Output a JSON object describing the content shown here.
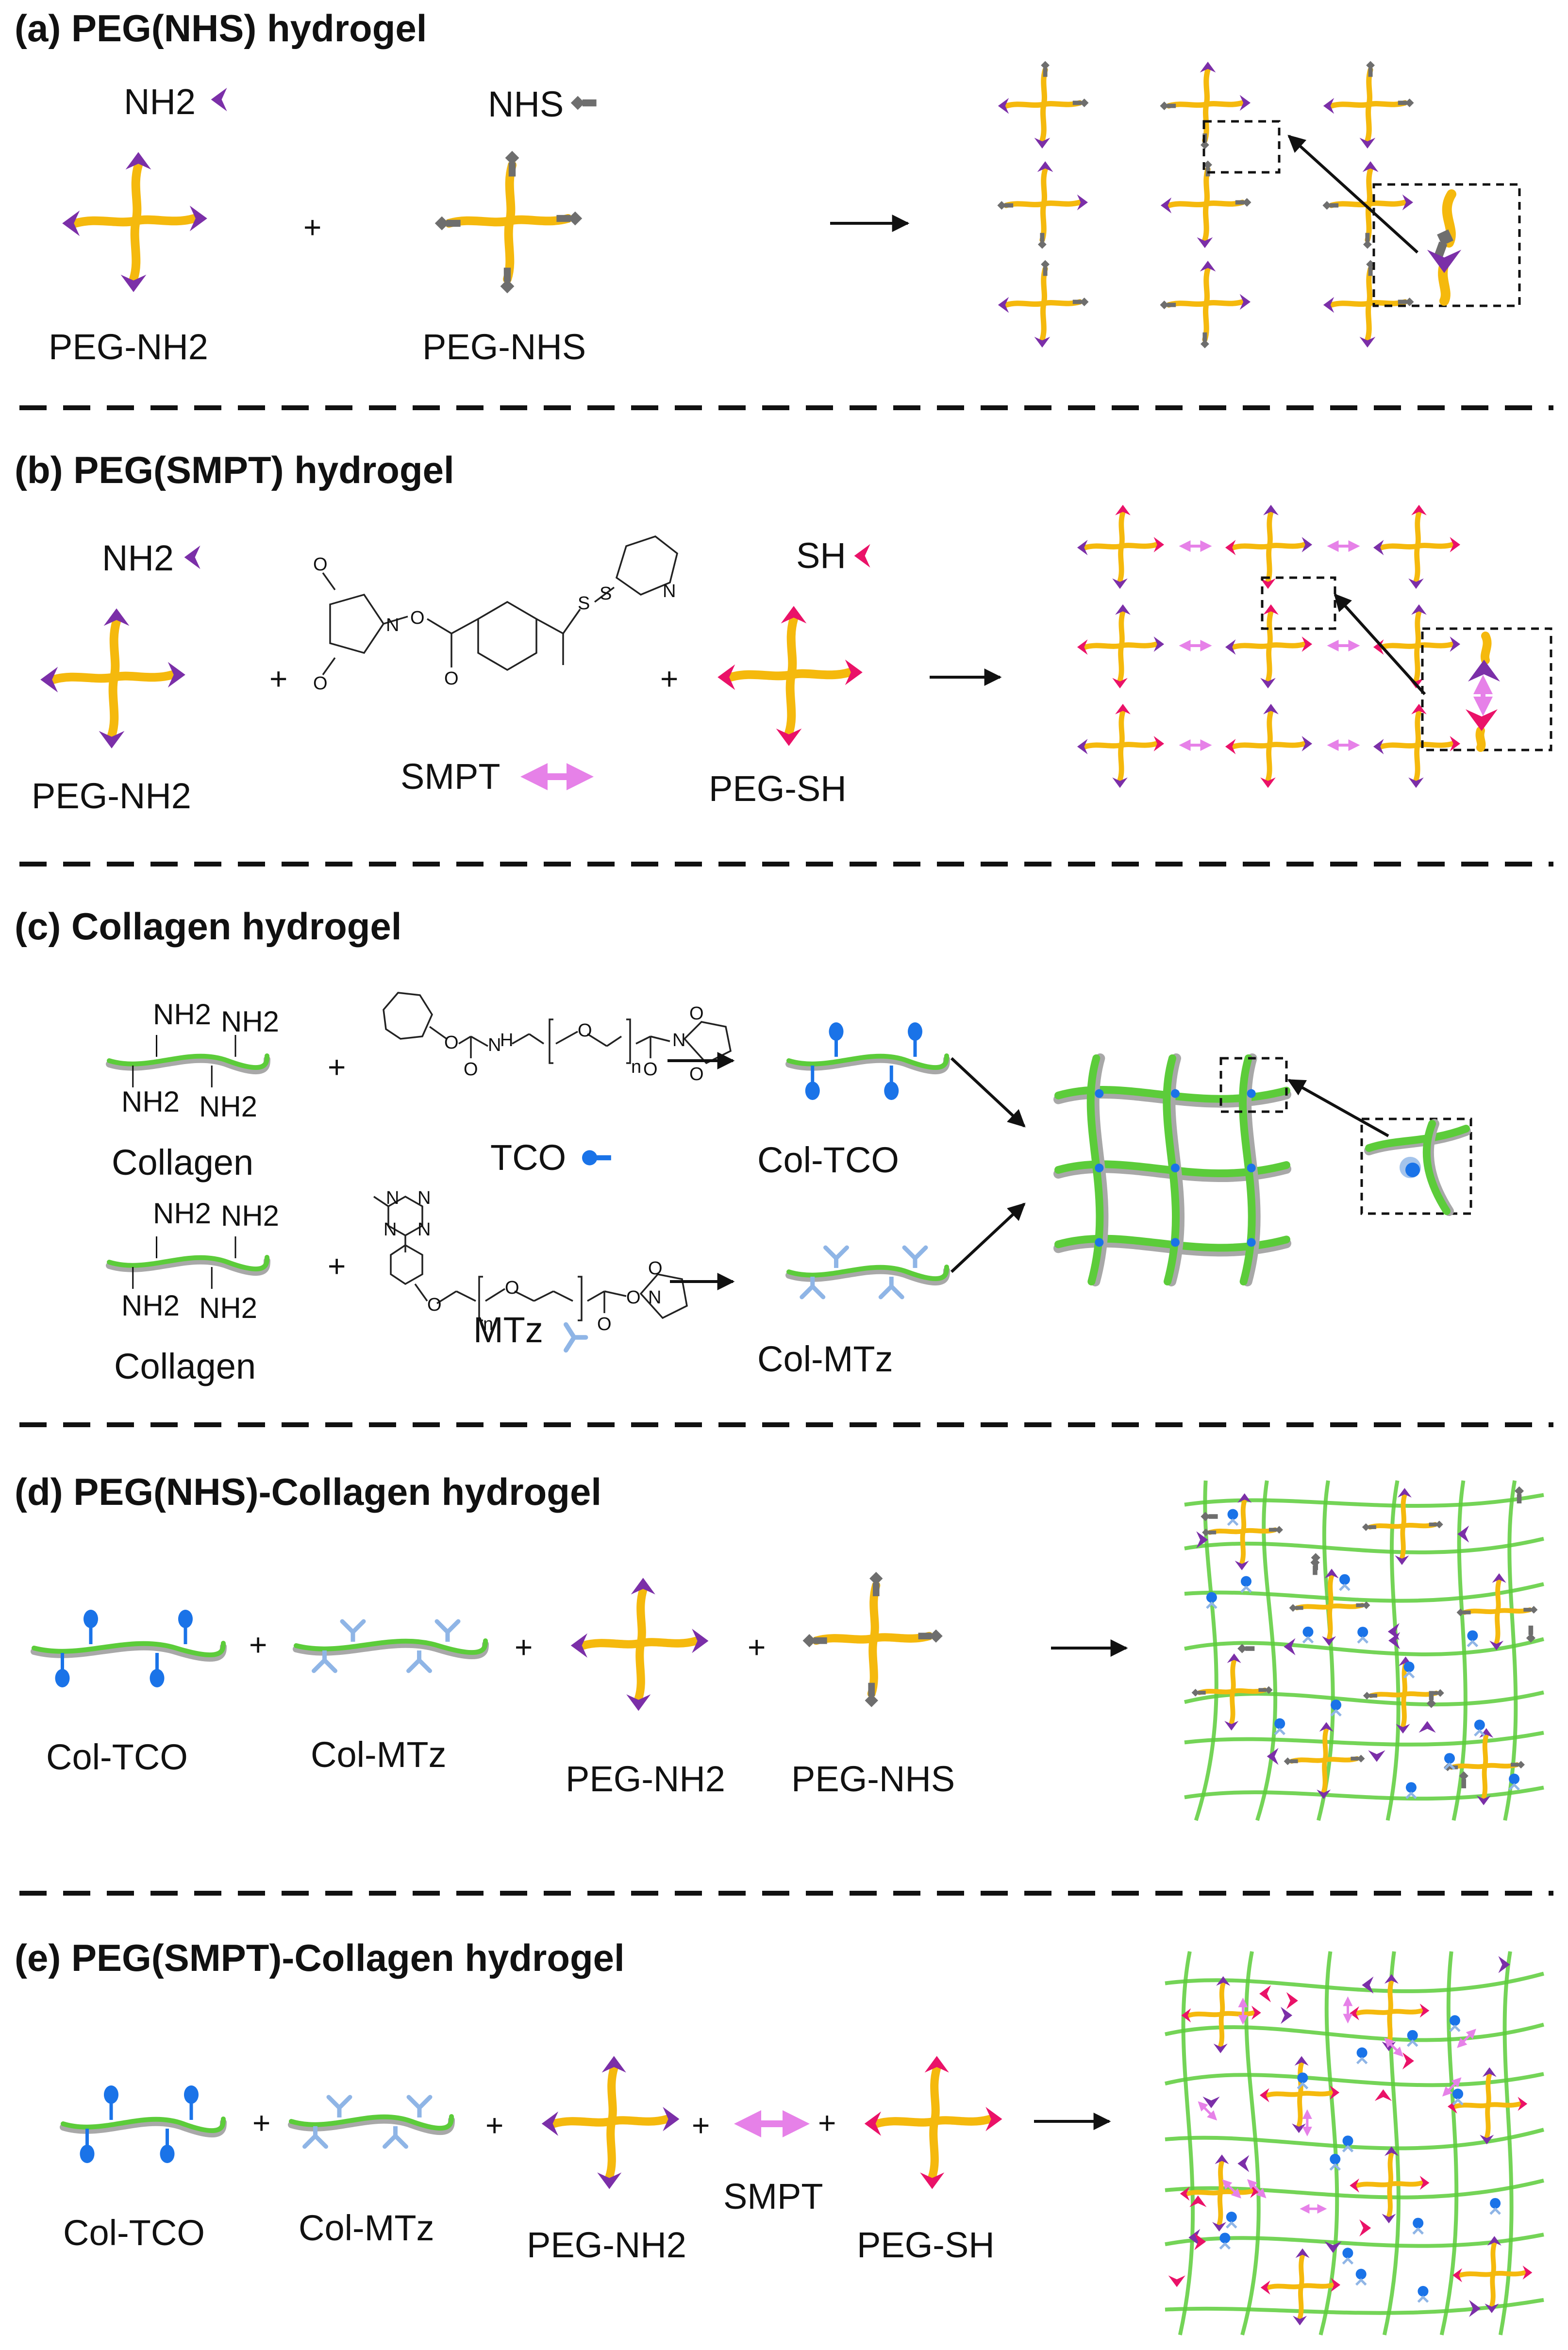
{
  "colors": {
    "peg": "#f5b90d",
    "nh2": "#7b2fa8",
    "nhs": "#6e6e6e",
    "sh": "#ea1268",
    "smpt": "#e681e8",
    "collagen": "#5ccc3a",
    "collagen_shadow": "#a8a8a8",
    "tco": "#1a73e8",
    "mtz": "#8fb5e6"
  },
  "icons": [
    "peg-4arm-icon",
    "nh2-end-icon",
    "nhs-end-icon",
    "sh-end-icon",
    "smpt-linker-icon",
    "collagen-strand-icon",
    "tco-group-icon",
    "mtz-group-icon",
    "hydrogel-network-icon"
  ],
  "panel_a": {
    "title": "(a) PEG(NHS) hydrogel",
    "nh2_legend": "NH2",
    "nhs_legend": "NHS",
    "peg_nh2_label": "PEG-NH2",
    "peg_nhs_label": "PEG-NHS",
    "plus": "+"
  },
  "panel_b": {
    "title": "(b) PEG(SMPT) hydrogel",
    "nh2_legend": "NH2",
    "sh_legend": "SH",
    "peg_nh2_label": "PEG-NH2",
    "smpt_label": "SMPT",
    "peg_sh_label": "PEG-SH",
    "plus": "+",
    "chem_atoms": [
      "O",
      "O",
      "N",
      "O",
      "O",
      "S",
      "S",
      "N"
    ]
  },
  "panel_c": {
    "title": "(c) Collagen hydrogel",
    "nh2": "NH2",
    "collagen_label": "Collagen",
    "tco_label": "TCO",
    "mtz_label": "MTz",
    "col_tco_label": "Col-TCO",
    "col_mtz_label": "Col-MTz",
    "plus": "+",
    "chem_atoms_tco": [
      "O",
      "N",
      "H",
      "O",
      "O",
      "n",
      "O",
      "N",
      "O",
      "O"
    ],
    "chem_atoms_mtz": [
      "N",
      "N",
      "N",
      "N",
      "O",
      "O",
      "n",
      "O",
      "O",
      "N",
      "O"
    ]
  },
  "panel_d": {
    "title": "(d) PEG(NHS)-Collagen hydrogel",
    "col_tco_label": "Col-TCO",
    "col_mtz_label": "Col-MTz",
    "peg_nh2_label": "PEG-NH2",
    "peg_nhs_label": "PEG-NHS",
    "plus": "+"
  },
  "panel_e": {
    "title": "(e) PEG(SMPT)-Collagen hydrogel",
    "col_tco_label": "Col-TCO",
    "col_mtz_label": "Col-MTz",
    "peg_nh2_label": "PEG-NH2",
    "smpt_label": "SMPT",
    "peg_sh_label": "PEG-SH",
    "plus": "+"
  }
}
